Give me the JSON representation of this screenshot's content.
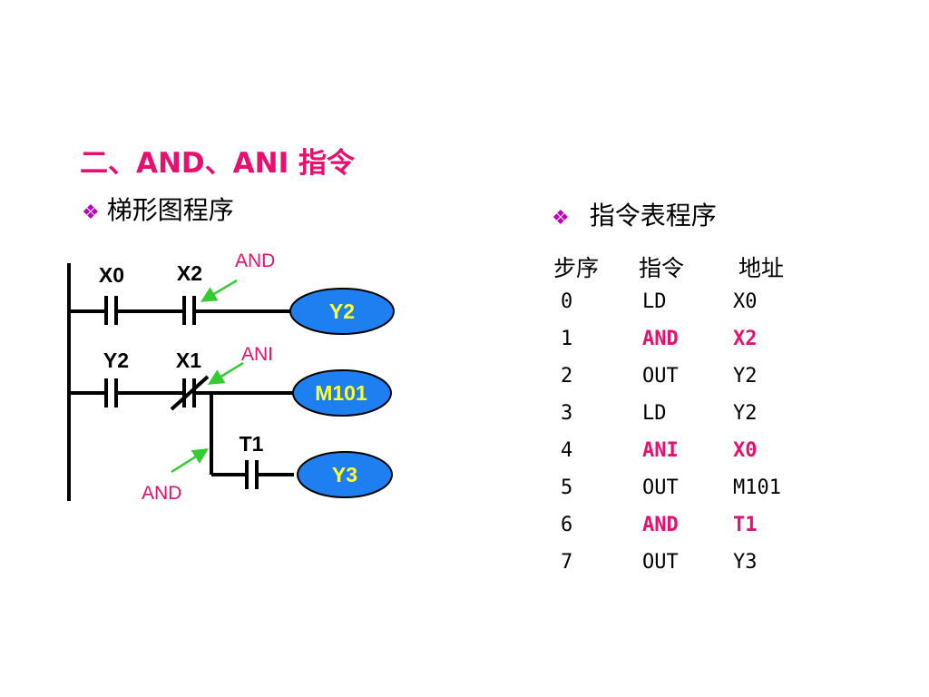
{
  "title": "二、AND、ANI 指令",
  "ladder_section": {
    "bullet": "❖",
    "label": "梯形图程序"
  },
  "list_section": {
    "bullet": "❖",
    "label": "指令表程序"
  },
  "ladder": {
    "contacts": {
      "x0": "X0",
      "x2": "X2",
      "y2": "Y2",
      "x1": "X1",
      "t1": "T1"
    },
    "coils": {
      "y2": "Y2",
      "m101": "M101",
      "y3": "Y3"
    },
    "annotations": {
      "and1": "AND",
      "ani": "ANI",
      "and2": "AND"
    },
    "colors": {
      "coil_fill": "#1e7ff0",
      "coil_text": "#ffff33",
      "annotation_text": "#e8106e",
      "arrow": "#33cc33"
    }
  },
  "instruction_list": {
    "headers": [
      "步序",
      "指令",
      "地址"
    ],
    "rows": [
      {
        "step": "0",
        "instr": "LD",
        "addr": "X0",
        "highlight": false
      },
      {
        "step": "1",
        "instr": "AND",
        "addr": "X2",
        "highlight": true
      },
      {
        "step": "2",
        "instr": "OUT",
        "addr": "Y2",
        "highlight": false
      },
      {
        "step": "3",
        "instr": "LD",
        "addr": "Y2",
        "highlight": false
      },
      {
        "step": "4",
        "instr": "ANI",
        "addr": "X0",
        "highlight": true
      },
      {
        "step": "5",
        "instr": "OUT",
        "addr": "M101",
        "highlight": false
      },
      {
        "step": "6",
        "instr": "AND",
        "addr": "T1",
        "highlight": true
      },
      {
        "step": "7",
        "instr": "OUT",
        "addr": "Y3",
        "highlight": false
      }
    ]
  },
  "highlight_color": "#e8106e"
}
